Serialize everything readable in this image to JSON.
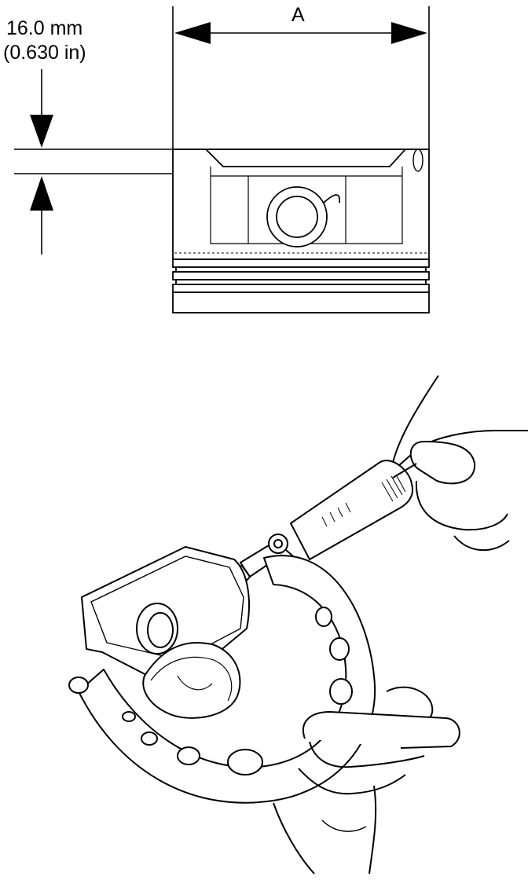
{
  "measurement": {
    "dimension_mm": "16.0 mm",
    "dimension_in": "(0.630 in)"
  },
  "diameter_label": "A"
}
